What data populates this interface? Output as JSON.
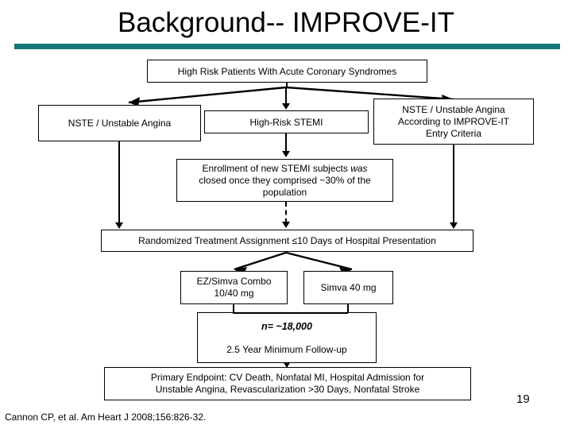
{
  "slide": {
    "title": "Background-- IMPROVE-IT",
    "page_number": "19",
    "citation": "Cannon CP, et al. Am Heart J 2008;156:826-32.",
    "accent_color": "#157878",
    "text_color": "#000000",
    "background_color": "#ffffff"
  },
  "flowchart": {
    "boxes": [
      {
        "id": "acs",
        "label": "High Risk Patients With Acute Coronary Syndromes"
      },
      {
        "id": "nste",
        "label": "NSTE / Unstable Angina"
      },
      {
        "id": "stemi",
        "label": "High-Risk STEMI"
      },
      {
        "id": "improve",
        "line1": "NSTE / Unstable Angina",
        "line2": "According to IMPROVE-IT",
        "line3": "Entry Criteria"
      },
      {
        "id": "enroll",
        "line1_a": "Enrollment of new STEMI subjects ",
        "line1_b": "was",
        "line2": "closed once they comprised ~30% of the",
        "line3": "population"
      },
      {
        "id": "random",
        "label": "Randomized Treatment Assignment ≤10 Days of Hospital Presentation"
      },
      {
        "id": "ezsimva",
        "line1": "EZ/Simva Combo",
        "line2": "10/40 mg"
      },
      {
        "id": "simva",
        "label": "Simva 40 mg"
      },
      {
        "id": "n",
        "line1": "n= ~18,000",
        "line2": "2.5 Year Minimum Follow-up"
      },
      {
        "id": "endpoint",
        "line1": "Primary Endpoint: CV Death, Nonfatal MI, Hospital Admission for",
        "line2": "Unstable Angina, Revascularization >30 Days, Nonfatal Stroke"
      }
    ]
  }
}
